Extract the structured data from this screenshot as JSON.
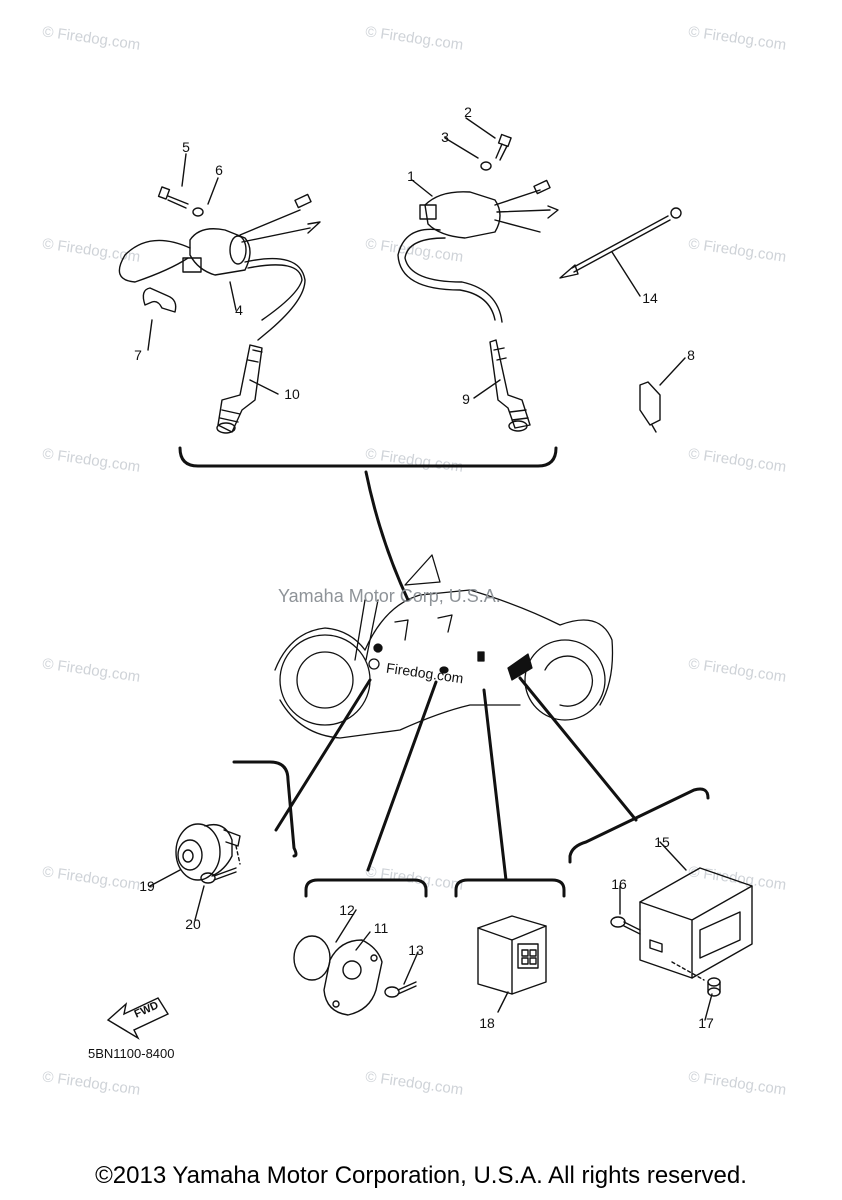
{
  "watermarks": {
    "site": "© Firedog.com",
    "center_owner": "Yamaha Motor Corp, U.S.A.",
    "center_site": "Firedog.com"
  },
  "callouts": [
    "1",
    "2",
    "3",
    "4",
    "5",
    "6",
    "7",
    "8",
    "9",
    "10",
    "11",
    "12",
    "13",
    "14",
    "15",
    "16",
    "17",
    "18",
    "19",
    "20"
  ],
  "part_code": "5BN1100-8400",
  "fwd_label": "FWD",
  "copyright": "©2013 Yamaha Motor Corporation, U.S.A. All rights reserved."
}
